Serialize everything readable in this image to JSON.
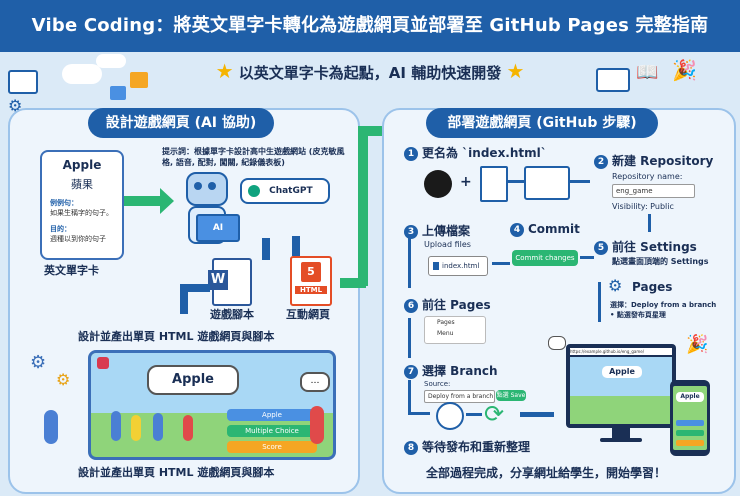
{
  "title": "Vibe Coding：將英文單字卡轉化為遊戲網頁並部署至 GitHub Pages 完整指南",
  "subtitle": "以英文單字卡為起點，AI 輔助快速開發",
  "left": {
    "heading": "設計遊戲網頁 (AI 協助)",
    "card": {
      "word": "Apple",
      "translation": "蘋果",
      "example_label": "例例句：",
      "example_text": "如果生稱字的句子。",
      "goal_label": "目的：",
      "goal_text": "週種以到你的句子"
    },
    "card_caption": "英文單字卡",
    "prompt_text": "提示詞：根據單字卡設計高中生遊戲網站 (皮克敏風格, 語音, 配對, 闖關, 紀錄儀表板)",
    "chatgpt_label": "ChatGPT",
    "ai_label": "AI",
    "word_doc_label": "W",
    "script_label": "遊戲腳本",
    "html_label": "HTML",
    "webpage_label": "互動網頁",
    "mid_caption": "設計並產出單頁 HTML 遊戲網頁與腳本",
    "game": {
      "word": "Apple",
      "btn1": "Apple",
      "btn2": "Multiple Choice",
      "btn3": "Score"
    },
    "bottom_caption": "設計並產出單頁 HTML 遊戲網頁與腳本"
  },
  "right": {
    "heading": "部署遊戲網頁 (GitHub 步驟)",
    "step1": {
      "num": "1",
      "label": "更名為 `index.html`"
    },
    "step2": {
      "num": "2",
      "label": "新建 Repository",
      "name_label": "Repository name:",
      "name_value": "eng_game",
      "visibility": "Visibility: Public"
    },
    "step3": {
      "num": "3",
      "label": "上傳檔案",
      "upload_label": "Upload files",
      "file": "index.html"
    },
    "step4": {
      "num": "4",
      "label": "Commit",
      "button": "Commit changes"
    },
    "step5": {
      "num": "5",
      "label": "前往 Settings",
      "desc": "點選畫面頂端的 Settings"
    },
    "pages_label": "Pages",
    "pages_desc1": "選擇：Deploy from a branch",
    "pages_desc2": "• 點選發布頁星理",
    "step6": {
      "num": "6",
      "label": "前往 Pages",
      "menu1": "Pages",
      "menu2": "Menu"
    },
    "step7": {
      "num": "7",
      "label": "選擇 Branch",
      "source": "Source:",
      "select": "Deploy from a branch",
      "save": "點選 Save"
    },
    "step8": {
      "num": "8",
      "label": "等待發布和重新整理"
    },
    "url": "https://example.github.io/eng_game/",
    "screen_word": "Apple",
    "phone_word": "Apple",
    "footer": "全部過程完成，分享網址給學生，開始學習！"
  },
  "colors": {
    "primary": "#1f5fa8",
    "accent": "#2bb673",
    "bg": "#dbeaf7"
  }
}
